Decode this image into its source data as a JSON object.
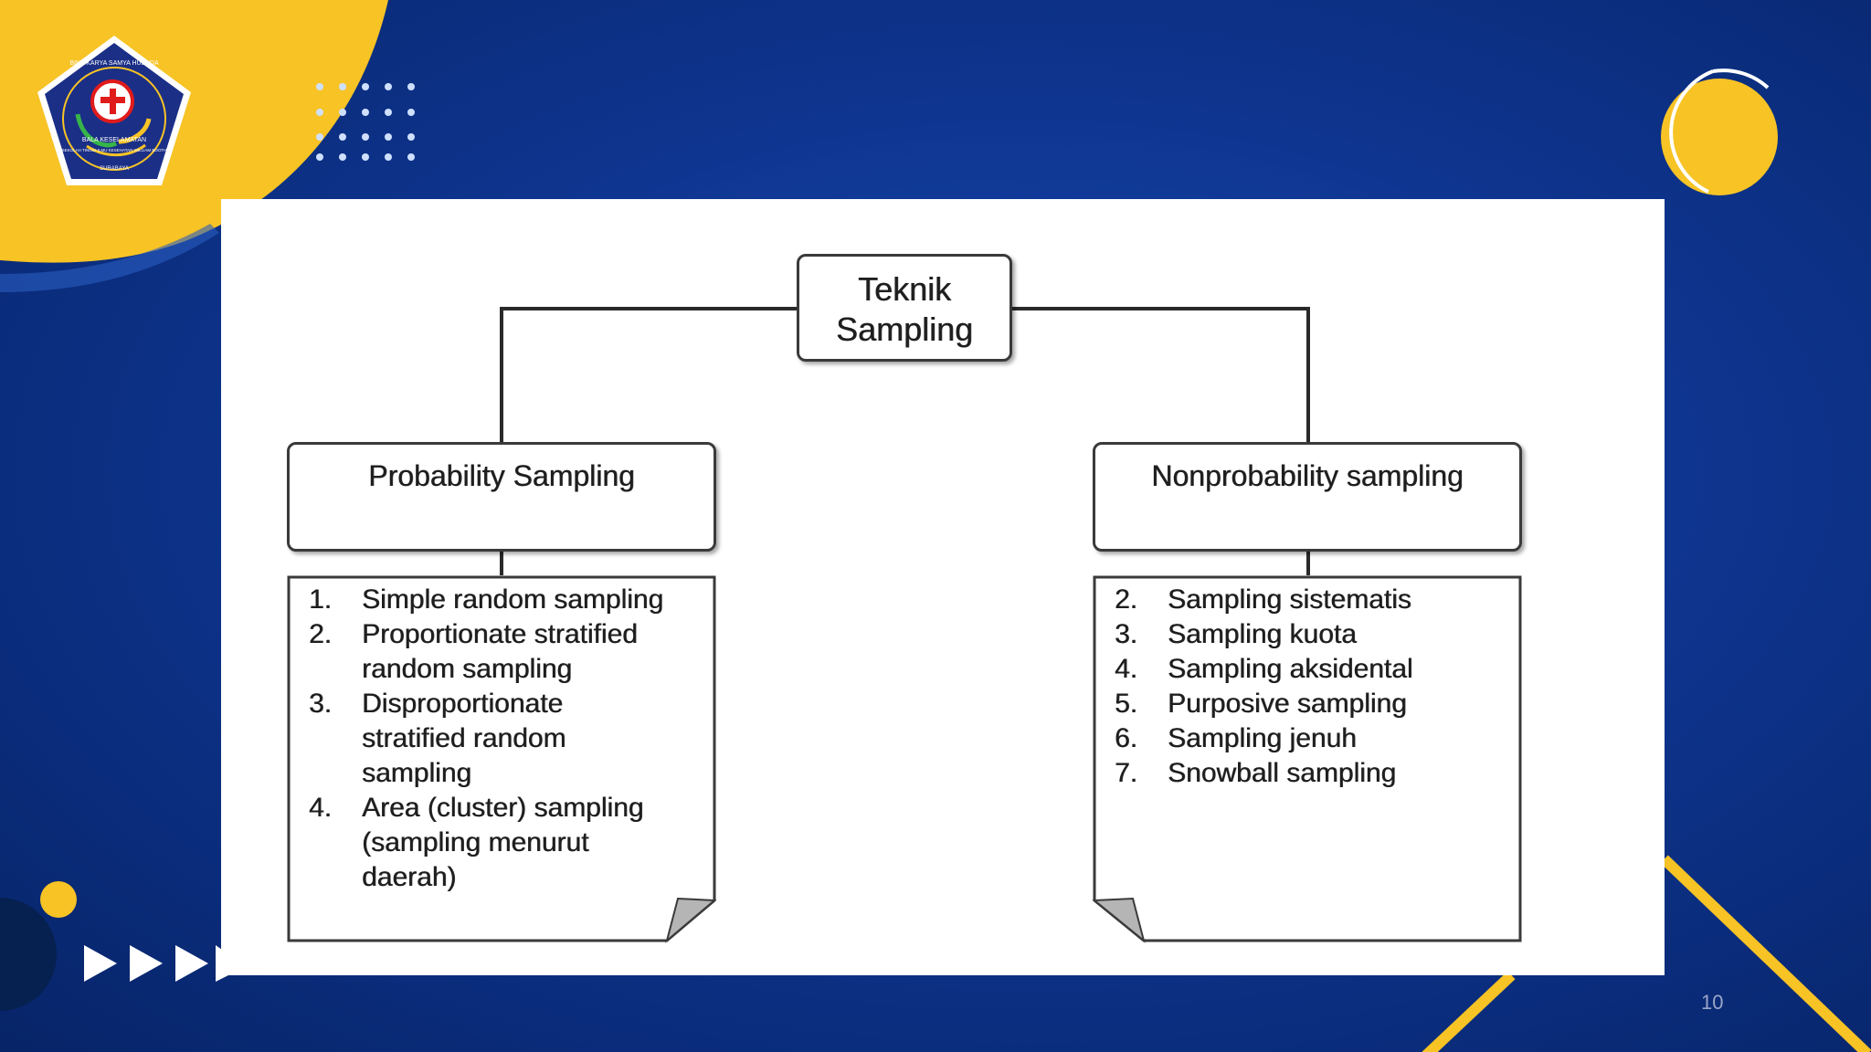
{
  "logo": {
    "ring_text_top": "BINA KARYA SAMYA HUSADA",
    "inner_text_1": "BALA KESELAMATAN",
    "inner_text_2": "SEKOLAH TINGGI ILMU KESEHATAN WILLIAM BOOTH",
    "city": "SURABAYA"
  },
  "diagram": {
    "root": "Teknik\nSampling",
    "left_category": "Probability Sampling",
    "right_category": "Nonprobability sampling",
    "left_items": [
      {
        "num": "1.",
        "text": "Simple random sampling"
      },
      {
        "num": "2.",
        "text": "Proportionate stratified random sampling"
      },
      {
        "num": "3.",
        "text": "Disproportionate stratified random sampling"
      },
      {
        "num": "4.",
        "text": "Area (cluster) sampling (sampling menurut daerah)"
      }
    ],
    "right_items": [
      {
        "num": "2.",
        "text": "Sampling sistematis"
      },
      {
        "num": "3.",
        "text": "Sampling kuota"
      },
      {
        "num": "4.",
        "text": "Sampling aksidental"
      },
      {
        "num": "5.",
        "text": "Purposive sampling"
      },
      {
        "num": "6.",
        "text": "Sampling jenuh"
      },
      {
        "num": "7.",
        "text": "Snowball sampling"
      }
    ]
  },
  "page_number": "10",
  "colors": {
    "background": "#0e3590",
    "accent_yellow": "#f7c325",
    "box_border": "#3a3a3a"
  }
}
